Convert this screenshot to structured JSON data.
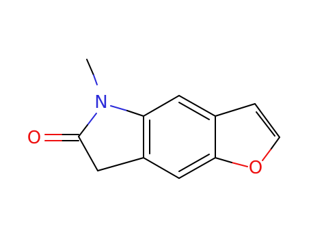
{
  "molecule": {
    "atoms": {
      "n1": {
        "symbol": "N",
        "color": "#2b2bd9"
      },
      "o_carbonyl": {
        "symbol": "O",
        "color": "#ee1111"
      },
      "o_furan": {
        "symbol": "O",
        "color": "#ee1111"
      }
    },
    "bond_color": "#000000"
  }
}
